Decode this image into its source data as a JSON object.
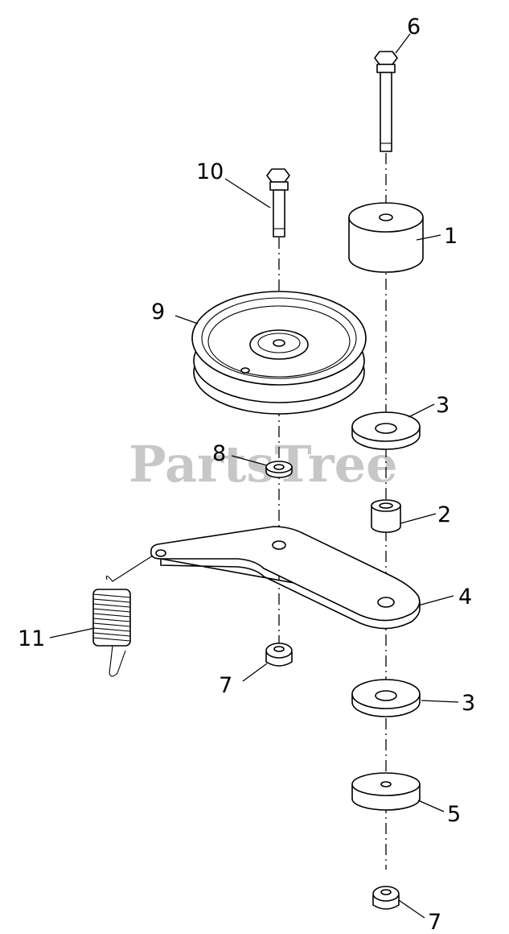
{
  "watermark": "PartsTree",
  "callouts": {
    "c1": "1",
    "c2": "2",
    "c3a": "3",
    "c3b": "3",
    "c4": "4",
    "c5": "5",
    "c6": "6",
    "c7a": "7",
    "c7b": "7",
    "c8": "8",
    "c9": "9",
    "c10": "10",
    "c11": "11"
  },
  "parts": {
    "p1": "spacer",
    "p2": "bushing",
    "p3": "washer",
    "p4": "idler-arm",
    "p5": "spacer-washer",
    "p6": "bolt",
    "p7": "flange-nut",
    "p8": "washer-small",
    "p9": "idler-pulley",
    "p10": "bolt",
    "p11": "extension-spring"
  }
}
